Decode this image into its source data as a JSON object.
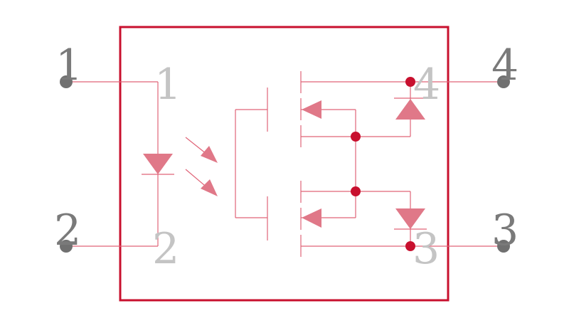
{
  "diagram": {
    "pins": [
      {
        "id": "pin-1",
        "outer_label": "1",
        "inner_label": "1"
      },
      {
        "id": "pin-2",
        "outer_label": "2",
        "inner_label": "2"
      },
      {
        "id": "pin-3",
        "outer_label": "3",
        "inner_label": "3"
      },
      {
        "id": "pin-4",
        "outer_label": "4",
        "inner_label": "4"
      }
    ]
  },
  "colors": {
    "body_outline": "#c8102e",
    "wire": "#e06478",
    "symbol_fill": "#e07888",
    "junction": "#c8102e",
    "pin_dot": "#707070",
    "outer_label": "#7a7a7a",
    "inner_label": "#c4c4c4"
  }
}
